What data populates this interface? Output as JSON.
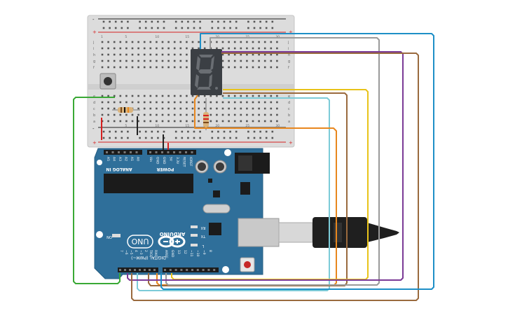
{
  "canvas": {
    "background": "#ffffff"
  },
  "breadboard": {
    "rail_plus": "+",
    "rail_minus": "-",
    "row_letters_top": [
      "j",
      "i",
      "h",
      "g",
      "f"
    ],
    "row_letters_bottom": [
      "e",
      "d",
      "c",
      "b",
      "a"
    ],
    "column_numbers": [
      "1",
      "5",
      "10",
      "15",
      "20",
      "25",
      "30"
    ],
    "color": "#d9d9d9"
  },
  "seven_segment": {
    "digit": "8",
    "color": "#3b3f44"
  },
  "pushbutton": {
    "name": "pushbutton"
  },
  "resistors": [
    {
      "name": "resistor-horizontal"
    },
    {
      "name": "resistor-vertical"
    }
  ],
  "arduino": {
    "board_color": "#2f6f9a",
    "label_uno": "UNO",
    "label_arduino": "ARDUINO",
    "label_analog_in": "ANALOG IN",
    "label_power": "POWER",
    "label_digital": "DIGITAL (PWM~)",
    "label_on": "ON",
    "label_tx": "TX",
    "label_rx": "RX",
    "label_l": "L",
    "analog_pins": [
      "A0",
      "A1",
      "A2",
      "A3",
      "A4",
      "A5"
    ],
    "power_pins": [
      "Vin",
      "GND",
      "GND",
      "5V",
      "3.3V",
      "RESET",
      "IOREF"
    ],
    "digital_pins_left": [
      "RX0",
      "TX1",
      "2",
      "~3",
      "4",
      "~5",
      "~6",
      "7"
    ],
    "digital_pins_right": [
      "8",
      "~9",
      "~10",
      "~11",
      "12",
      "13",
      "GND",
      "AREF"
    ]
  },
  "usb_cable": {
    "name": "usb-cable"
  },
  "wires": {
    "green": "#3aa935",
    "blue": "#1e8fc7",
    "purple": "#7b3a96",
    "brown": "#9a6a3e",
    "yellow": "#e8c31a",
    "gray": "#9a9a9a",
    "lightblue": "#7ccbd8",
    "orange": "#e8871e",
    "black": "#222222",
    "red": "#d62020"
  }
}
